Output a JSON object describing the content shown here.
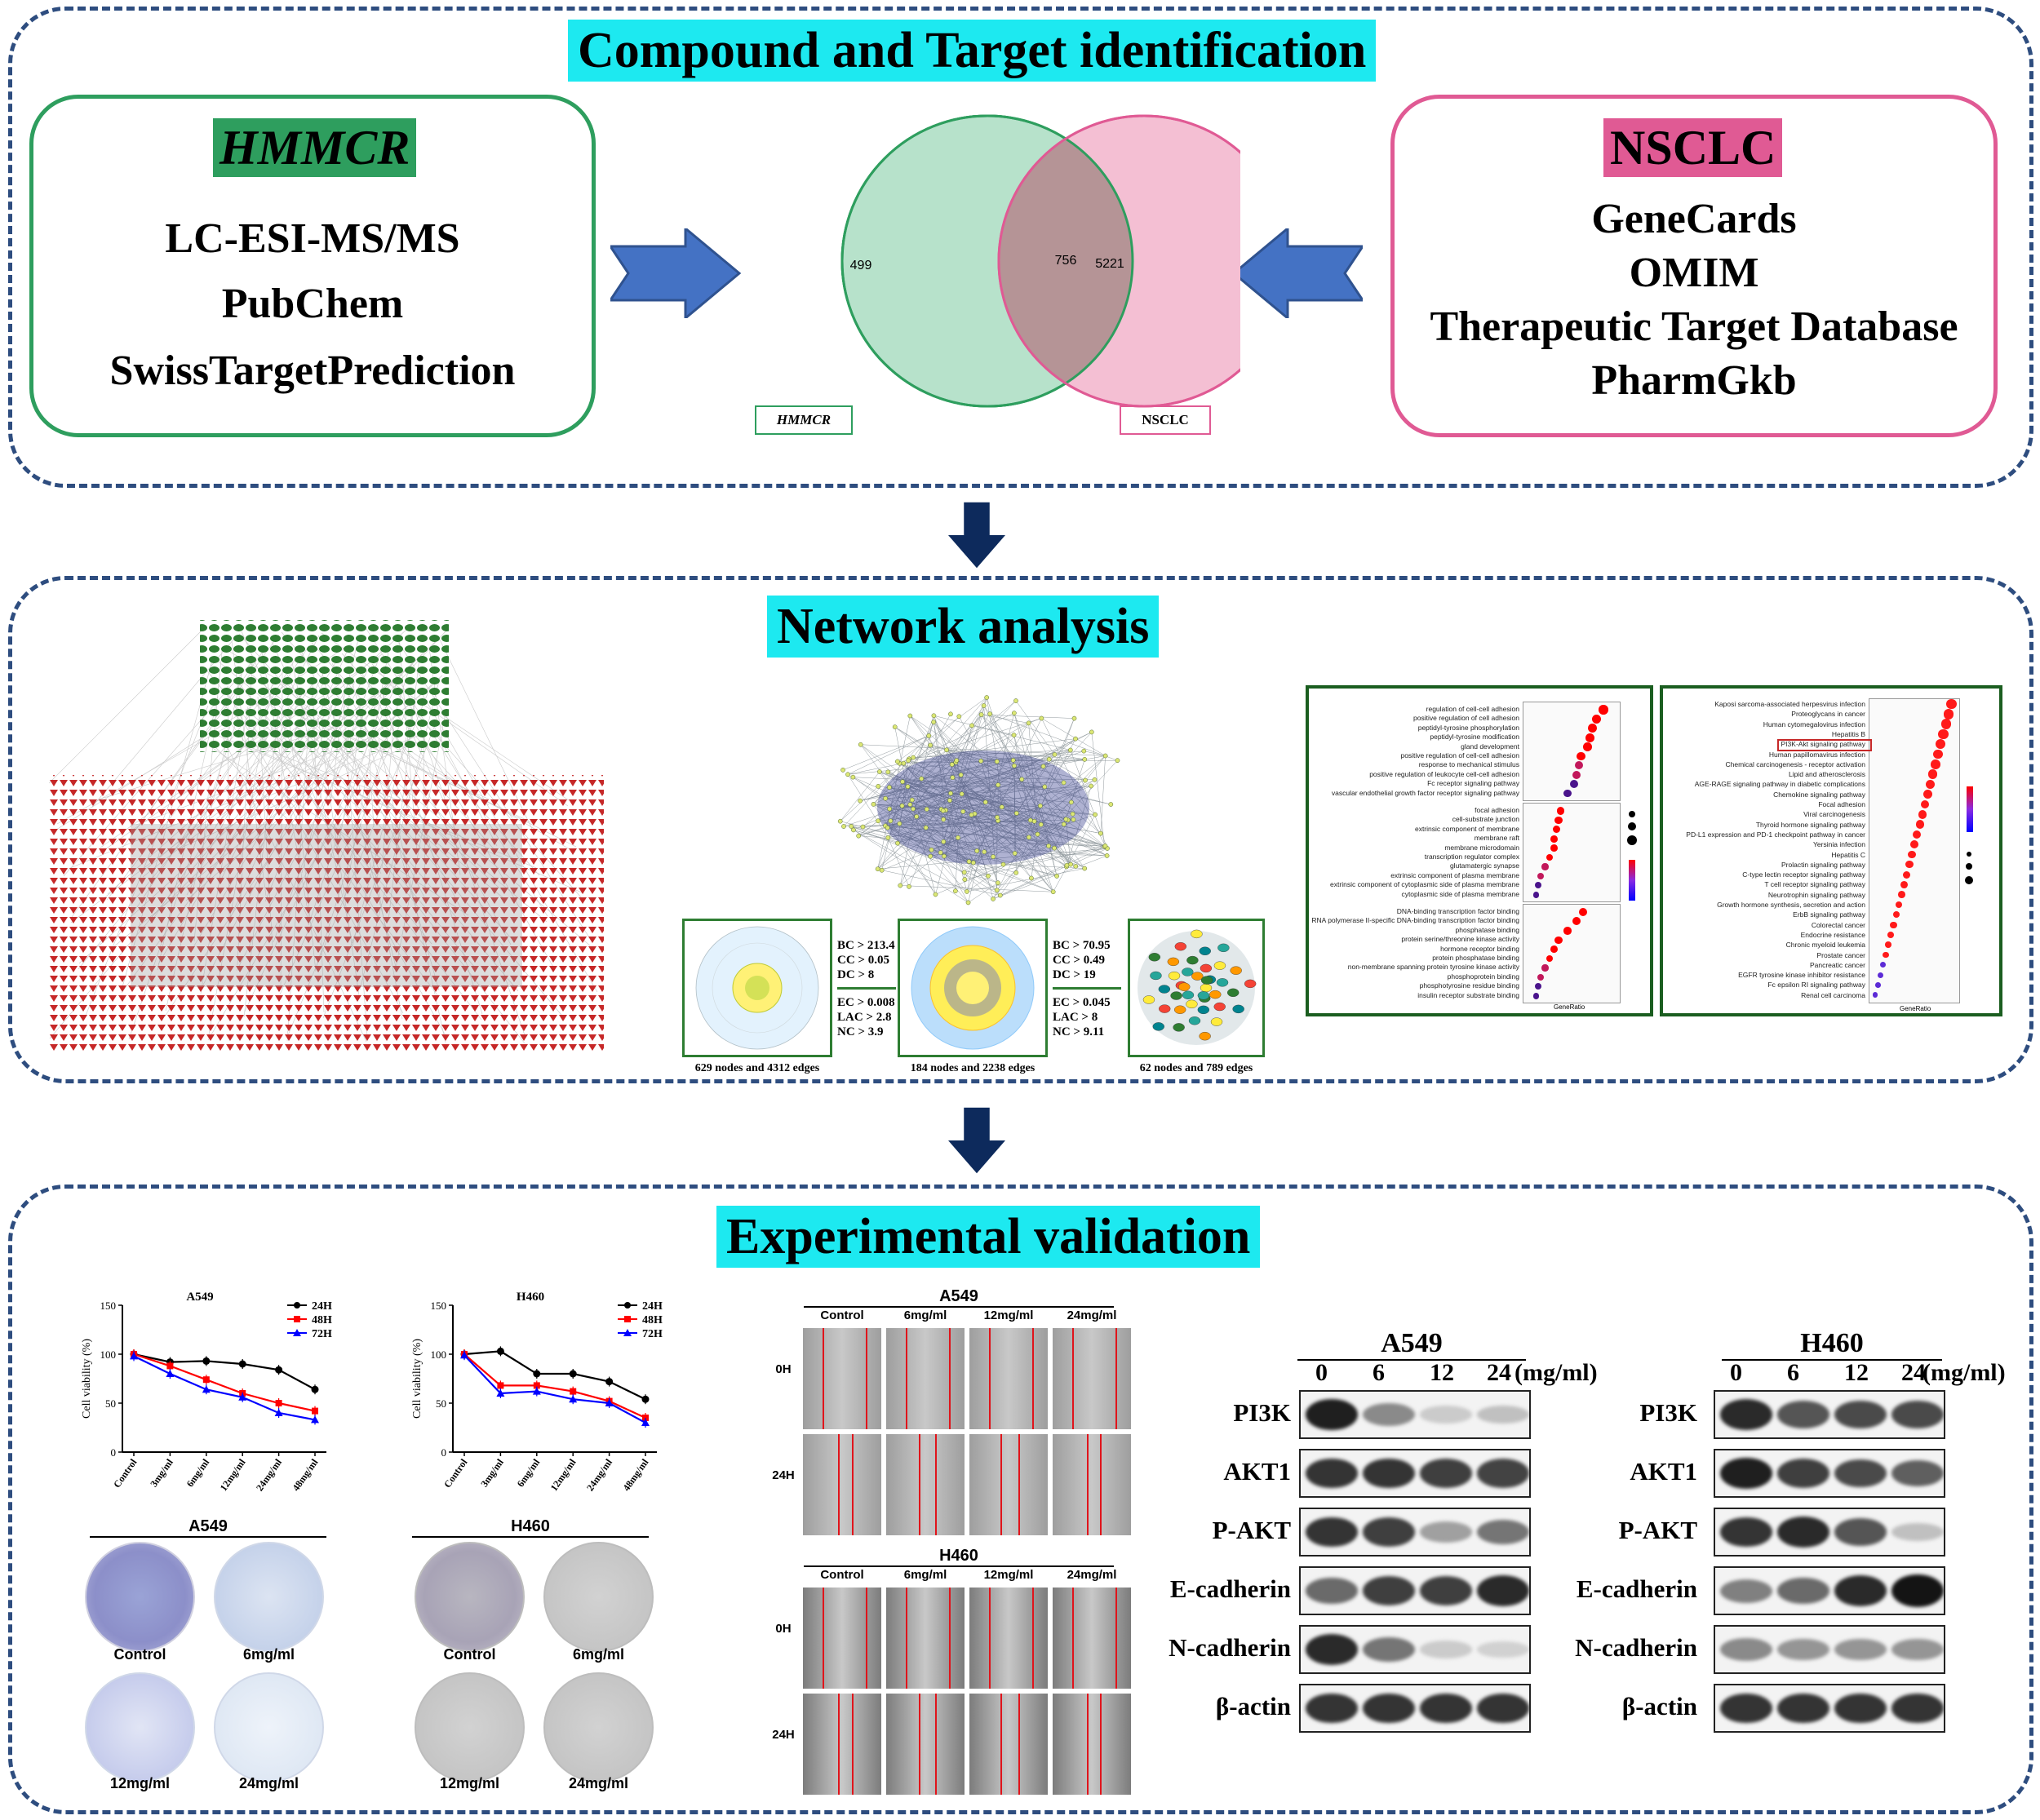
{
  "sections": {
    "compound": "Compound and Target identification",
    "network": "Network analysis",
    "experimental": "Experimental validation"
  },
  "hmmcr_box": {
    "title": "HMMCR",
    "lines": [
      "LC-ESI-MS/MS",
      "PubChem",
      "SwissTargetPrediction"
    ]
  },
  "nsclc_box": {
    "title": "NSCLC",
    "lines": [
      "GeneCards",
      "OMIM",
      "Therapeutic Target Database",
      "PharmGkb"
    ]
  },
  "venn": {
    "left_only": "499",
    "overlap": "756",
    "right_only": "5221",
    "left_label": "HMMCR",
    "right_label": "NSCLC"
  },
  "network_steps": {
    "criteria_1": [
      "BC > 213.4",
      "CC > 0.05",
      "DC > 8",
      "EC > 0.008",
      "LAC > 2.8",
      "NC > 3.9"
    ],
    "criteria_2": [
      "BC > 70.95",
      "CC > 0.49",
      "DC > 19",
      "EC > 0.045",
      "LAC > 8",
      "NC > 9.11"
    ],
    "caption_1": "629 nodes and 4312 edges",
    "caption_2": "184 nodes and 2238 edges",
    "caption_3": "62 nodes and 789 edges"
  },
  "go_terms": [
    "regulation of cell-cell adhesion",
    "positive regulation of cell adhesion",
    "peptidyl-tyrosine phosphorylation",
    "peptidyl-tyrosine modification",
    "gland development",
    "positive regulation of cell-cell adhesion",
    "response to mechanical stimulus",
    "positive regulation of leukocyte cell-cell adhesion",
    "Fc receptor signaling pathway",
    "vascular endothelial growth factor receptor signaling pathway",
    "focal adhesion",
    "cell-substrate junction",
    "extrinsic component of membrane",
    "membrane raft",
    "membrane microdomain",
    "transcription regulator complex",
    "glutamatergic synapse",
    "extrinsic component of plasma membrane",
    "extrinsic component of cytoplasmic side of plasma membrane",
    "cytoplasmic side of plasma membrane",
    "DNA-binding transcription factor binding",
    "RNA polymerase II-specific DNA-binding transcription factor binding",
    "phosphatase binding",
    "protein serine/threonine kinase activity",
    "hormone receptor binding",
    "protein phosphatase binding",
    "non-membrane spanning protein tyrosine kinase activity",
    "phosphoprotein binding",
    "phosphotyrosine residue binding",
    "insulin receptor substrate binding"
  ],
  "go_axis": "GeneRatio",
  "kegg_terms": [
    "Kaposi sarcoma-associated herpesvirus infection",
    "Proteoglycans in cancer",
    "Human cytomegalovirus infection",
    "Hepatitis B",
    "PI3K-Akt signaling pathway",
    "Human papillomavirus infection",
    "Chemical carcinogenesis - receptor activation",
    "Lipid and atherosclerosis",
    "AGE-RAGE signaling pathway in diabetic complications",
    "Chemokine signaling pathway",
    "Focal adhesion",
    "Viral carcinogenesis",
    "Thyroid hormone signaling pathway",
    "PD-L1 expression and PD-1 checkpoint pathway in cancer",
    "Yersinia infection",
    "Hepatitis C",
    "Prolactin signaling pathway",
    "C-type lectin receptor signaling pathway",
    "T cell receptor signaling pathway",
    "Neurotrophin signaling pathway",
    "Growth hormone synthesis, secretion and action",
    "ErbB signaling pathway",
    "Colorectal cancer",
    "Endocrine resistance",
    "Chronic myeloid leukemia",
    "Prostate cancer",
    "Pancreatic cancer",
    "EGFR tyrosine kinase inhibitor resistance",
    "Fc epsilon RI signaling pathway",
    "Renal cell carcinoma"
  ],
  "kegg_axis": "GeneRatio",
  "chart_data": [
    {
      "type": "line",
      "title": "A549",
      "ylabel": "Cell viability (%)",
      "ylim": [
        0,
        150
      ],
      "categories": [
        "Control",
        "3mg/ml",
        "6mg/ml",
        "12mg/ml",
        "24mg/ml",
        "48mg/ml"
      ],
      "series": [
        {
          "name": "24H",
          "values": [
            100,
            92,
            93,
            90,
            84,
            64
          ]
        },
        {
          "name": "48H",
          "values": [
            100,
            88,
            74,
            60,
            50,
            42
          ]
        },
        {
          "name": "72H",
          "values": [
            98,
            80,
            64,
            56,
            40,
            33
          ]
        }
      ]
    },
    {
      "type": "line",
      "title": "H460",
      "ylabel": "Cell viability (%)",
      "ylim": [
        0,
        150
      ],
      "categories": [
        "Control",
        "3mg/ml",
        "6mg/ml",
        "12mg/ml",
        "24mg/ml",
        "48mg/ml"
      ],
      "series": [
        {
          "name": "24H",
          "values": [
            100,
            103,
            80,
            80,
            72,
            54
          ]
        },
        {
          "name": "48H",
          "values": [
            100,
            68,
            68,
            62,
            52,
            35
          ]
        },
        {
          "name": "72H",
          "values": [
            99,
            60,
            62,
            54,
            50,
            30
          ]
        }
      ]
    }
  ],
  "colony": {
    "a549_title": "A549",
    "h460_title": "H460",
    "labels": [
      "Control",
      "6mg/ml",
      "12mg/ml",
      "24mg/ml"
    ]
  },
  "wound": {
    "a549_title": "A549",
    "h460_title": "H460",
    "columns": [
      "Control",
      "6mg/ml",
      "12mg/ml",
      "24mg/ml"
    ],
    "rows": [
      "0H",
      "24H"
    ]
  },
  "western": {
    "a549_title": "A549",
    "h460_title": "H460",
    "doses": [
      "0",
      "6",
      "12",
      "24"
    ],
    "unit": "(mg/ml)",
    "proteins": [
      "PI3K",
      "AKT1",
      "P-AKT",
      "E-cadherin",
      "N-cadherin",
      "β-actin"
    ],
    "a549_levels": [
      [
        0.95,
        0.45,
        0.15,
        0.2
      ],
      [
        0.85,
        0.85,
        0.8,
        0.78
      ],
      [
        0.85,
        0.8,
        0.35,
        0.55
      ],
      [
        0.6,
        0.8,
        0.8,
        0.9
      ],
      [
        0.9,
        0.55,
        0.15,
        0.12
      ],
      [
        0.85,
        0.85,
        0.85,
        0.85
      ]
    ],
    "h460_levels": [
      [
        0.9,
        0.7,
        0.75,
        0.75
      ],
      [
        0.95,
        0.8,
        0.75,
        0.65
      ],
      [
        0.85,
        0.9,
        0.7,
        0.2
      ],
      [
        0.5,
        0.6,
        0.9,
        1.0
      ],
      [
        0.45,
        0.4,
        0.4,
        0.4
      ],
      [
        0.85,
        0.85,
        0.85,
        0.85
      ]
    ]
  },
  "colors": {
    "hmmcr": "#2e9e5e",
    "nsclc": "#e05a94",
    "panel_border": "#2e4d7f",
    "title_bg": "#1de9f0",
    "arrow": "#4472c4",
    "down_arrow": "#0d2a5c",
    "series_24h": "#000000",
    "series_48h": "#ff0000",
    "series_72h": "#0000ff"
  }
}
